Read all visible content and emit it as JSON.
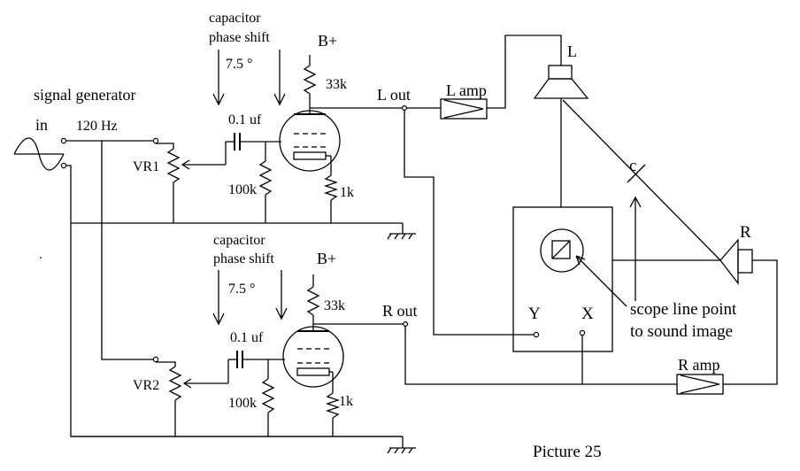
{
  "labels": {
    "signal_generator": "signal generator",
    "in": "in",
    "freq": "120 Hz",
    "vr1": "VR1",
    "vr2": "VR2",
    "cap_top_1": "capacitor",
    "cap_top_2": "phase shift",
    "cap_top_deg": "7.5 °",
    "cap_bot_1": "capacitor",
    "cap_bot_2": "phase shift",
    "cap_bot_deg": "7.5 °",
    "c_top": "0.1 uf",
    "c_bot": "0.1 uf",
    "bplus_top": "B+",
    "bplus_bot": "B+",
    "r33k_top": "33k",
    "r33k_bot": "33k",
    "r100k_top": "100k",
    "r100k_bot": "100k",
    "r1k_top": "1k",
    "r1k_bot": "1k",
    "l_out": "L out",
    "r_out": "R out",
    "l_amp": "L amp",
    "r_amp": "R amp",
    "speaker_l": "L",
    "speaker_r": "R",
    "c_mark": "c",
    "scope_y": "Y",
    "scope_x": "X",
    "scope_note_1": "scope  line point",
    "scope_note_2": "to sound   image",
    "caption": "Picture   25"
  }
}
